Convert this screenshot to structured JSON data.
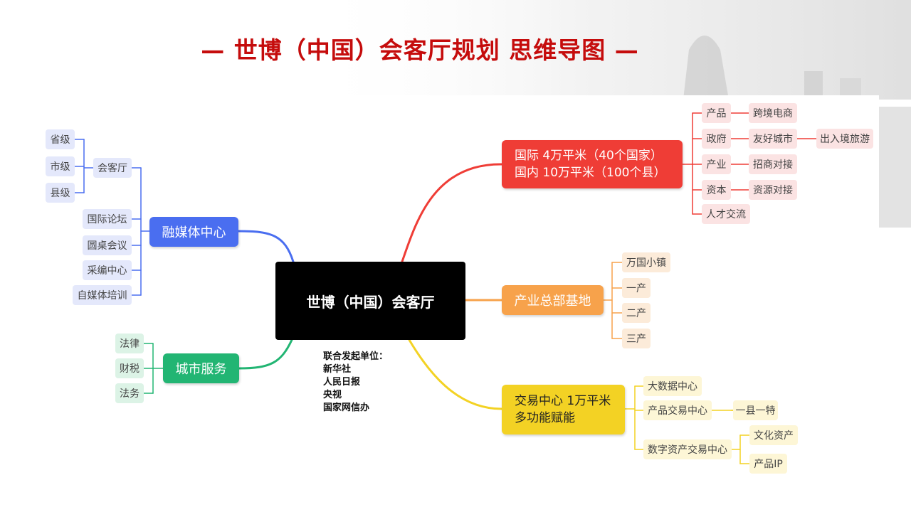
{
  "title": "— 世博（中国）会客厅规划 思维导图 —",
  "center": "世博（中国）会客厅",
  "sponsors": {
    "heading": "联合发起单位：",
    "items": [
      "新华社",
      "人民日报",
      "央视",
      "国家网信办"
    ]
  },
  "branches": {
    "media": {
      "label": "融媒体中心",
      "sub": {
        "parlor": "会客厅",
        "parlor_levels": [
          "省级",
          "市级",
          "县级"
        ],
        "items": [
          "国际论坛",
          "圆桌会议",
          "采编中心",
          "自媒体培训"
        ]
      }
    },
    "city": {
      "label": "城市服务",
      "items": [
        "法律",
        "财税",
        "法务"
      ]
    },
    "intl": {
      "line1": "国际 4万平米（40个国家）",
      "line2": "国内 10万平米（100个县）",
      "items": {
        "product": "产品",
        "gov": "政府",
        "industry": "产业",
        "capital": "资本",
        "talent": "人才交流",
        "ecommerce": "跨境电商",
        "sister_city": "友好城市",
        "investment": "招商对接",
        "resource": "资源对接",
        "travel": "出入境旅游"
      }
    },
    "hq": {
      "label": "产业总部基地",
      "items": [
        "万国小镇",
        "一产",
        "二产",
        "三产"
      ]
    },
    "trade": {
      "line1": "交易中心 1万平米",
      "line2": "多功能赋能",
      "items": {
        "bigdata": "大数据中心",
        "product_trade": "产品交易中心",
        "one_county": "一县一特",
        "digital": "数字资产交易中心",
        "culture": "文化资产",
        "ip": "产品IP"
      }
    }
  },
  "colors": {
    "title": "#c50c0c",
    "blue": "#4a6ef0",
    "green": "#22b573",
    "red": "#ef3d36",
    "orange": "#f7a24b",
    "yellow": "#f3d224"
  }
}
